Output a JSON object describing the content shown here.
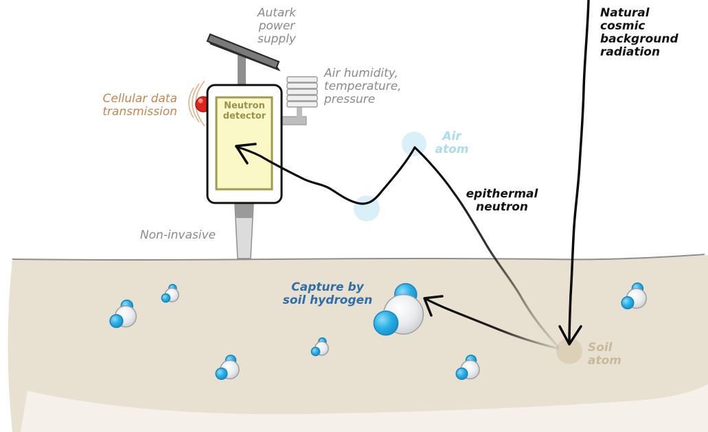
{
  "labels": {
    "power": [
      "Autark",
      "power",
      "supply"
    ],
    "cellular": [
      "Cellular data",
      "transmission"
    ],
    "weather": [
      "Air humidity,",
      "temperature,",
      "pressure"
    ],
    "detector": [
      "Neutron",
      "detector"
    ],
    "non_invasive": "Non-invasive",
    "air_atom": [
      "Air",
      "atom"
    ],
    "epithermal": [
      "epithermal",
      "neutron"
    ],
    "cosmic": [
      "Natural",
      "cosmic",
      "background",
      "radiation"
    ],
    "capture": [
      "Capture by",
      "soil hydrogen"
    ],
    "soil_atom": [
      "Soil",
      "atom"
    ]
  },
  "colors": {
    "soil": "#e8e0d1",
    "detector_fill": "#fbf8c8",
    "detector_border": "#a39a52",
    "water_blue": "#27aee6",
    "water_gray": "#e8eaec",
    "air_atom": "#daf0f8",
    "soil_atom": "#dcd1b8"
  },
  "icons": [
    "solar-panel-icon",
    "antenna-light-icon",
    "weather-screen-icon",
    "water-molecule-icon"
  ]
}
